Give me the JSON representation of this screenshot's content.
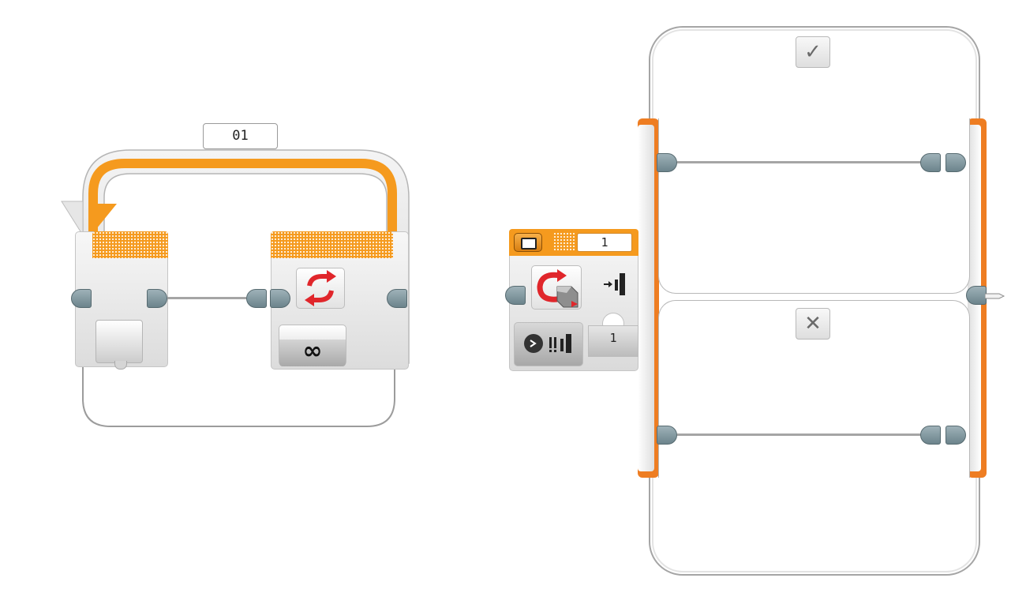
{
  "loop": {
    "name": "01",
    "mode_icon": "infinity-icon",
    "mode_glyph": "∞",
    "loop_icon": "loop-arrows-icon"
  },
  "switch": {
    "port": "1",
    "compare_value": "1",
    "mode_icon": "port-selector-icon",
    "sensor_icon": "motor-rotation-sensor-icon",
    "true_icon": "check-icon",
    "true_glyph": "✓",
    "false_icon": "cross-icon",
    "false_glyph": "✕"
  },
  "colors": {
    "accent_orange": "#f59a1e",
    "frame_orange": "#ee7d22",
    "sensor_red": "#e0262b",
    "plug": "#7d939a"
  }
}
